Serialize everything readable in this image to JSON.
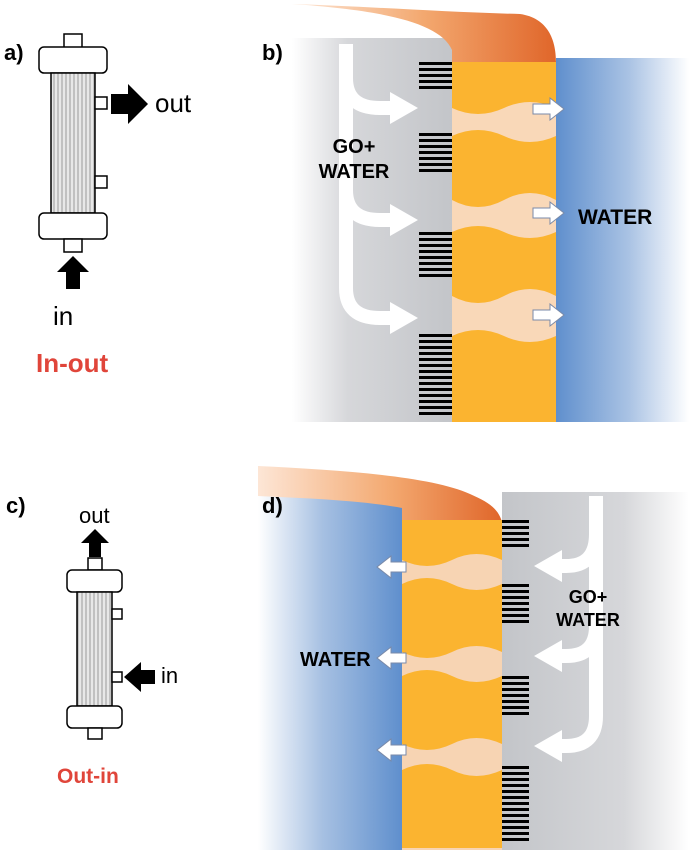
{
  "panels": {
    "a": {
      "letter": "a)",
      "outlet_label": "out",
      "inlet_label": "in",
      "mode_label": "In-out"
    },
    "b": {
      "letter": "b)",
      "feed_label": "GO+\nWATER",
      "permeate_label": "WATER"
    },
    "c": {
      "letter": "c)",
      "outlet_label": "out",
      "inlet_label": "in",
      "mode_label": "Out-in"
    },
    "d": {
      "letter": "d)",
      "feed_label": "GO+\nWATER",
      "permeate_label": "WATER"
    }
  },
  "colors": {
    "mode_label": "#e0453a",
    "membrane": "#fbb430",
    "deposit_layer": "#e2732f",
    "permeate_blue": "#6f98cf",
    "feed_gray": "#c9cbcf",
    "fouling_stripes": "#000000"
  }
}
